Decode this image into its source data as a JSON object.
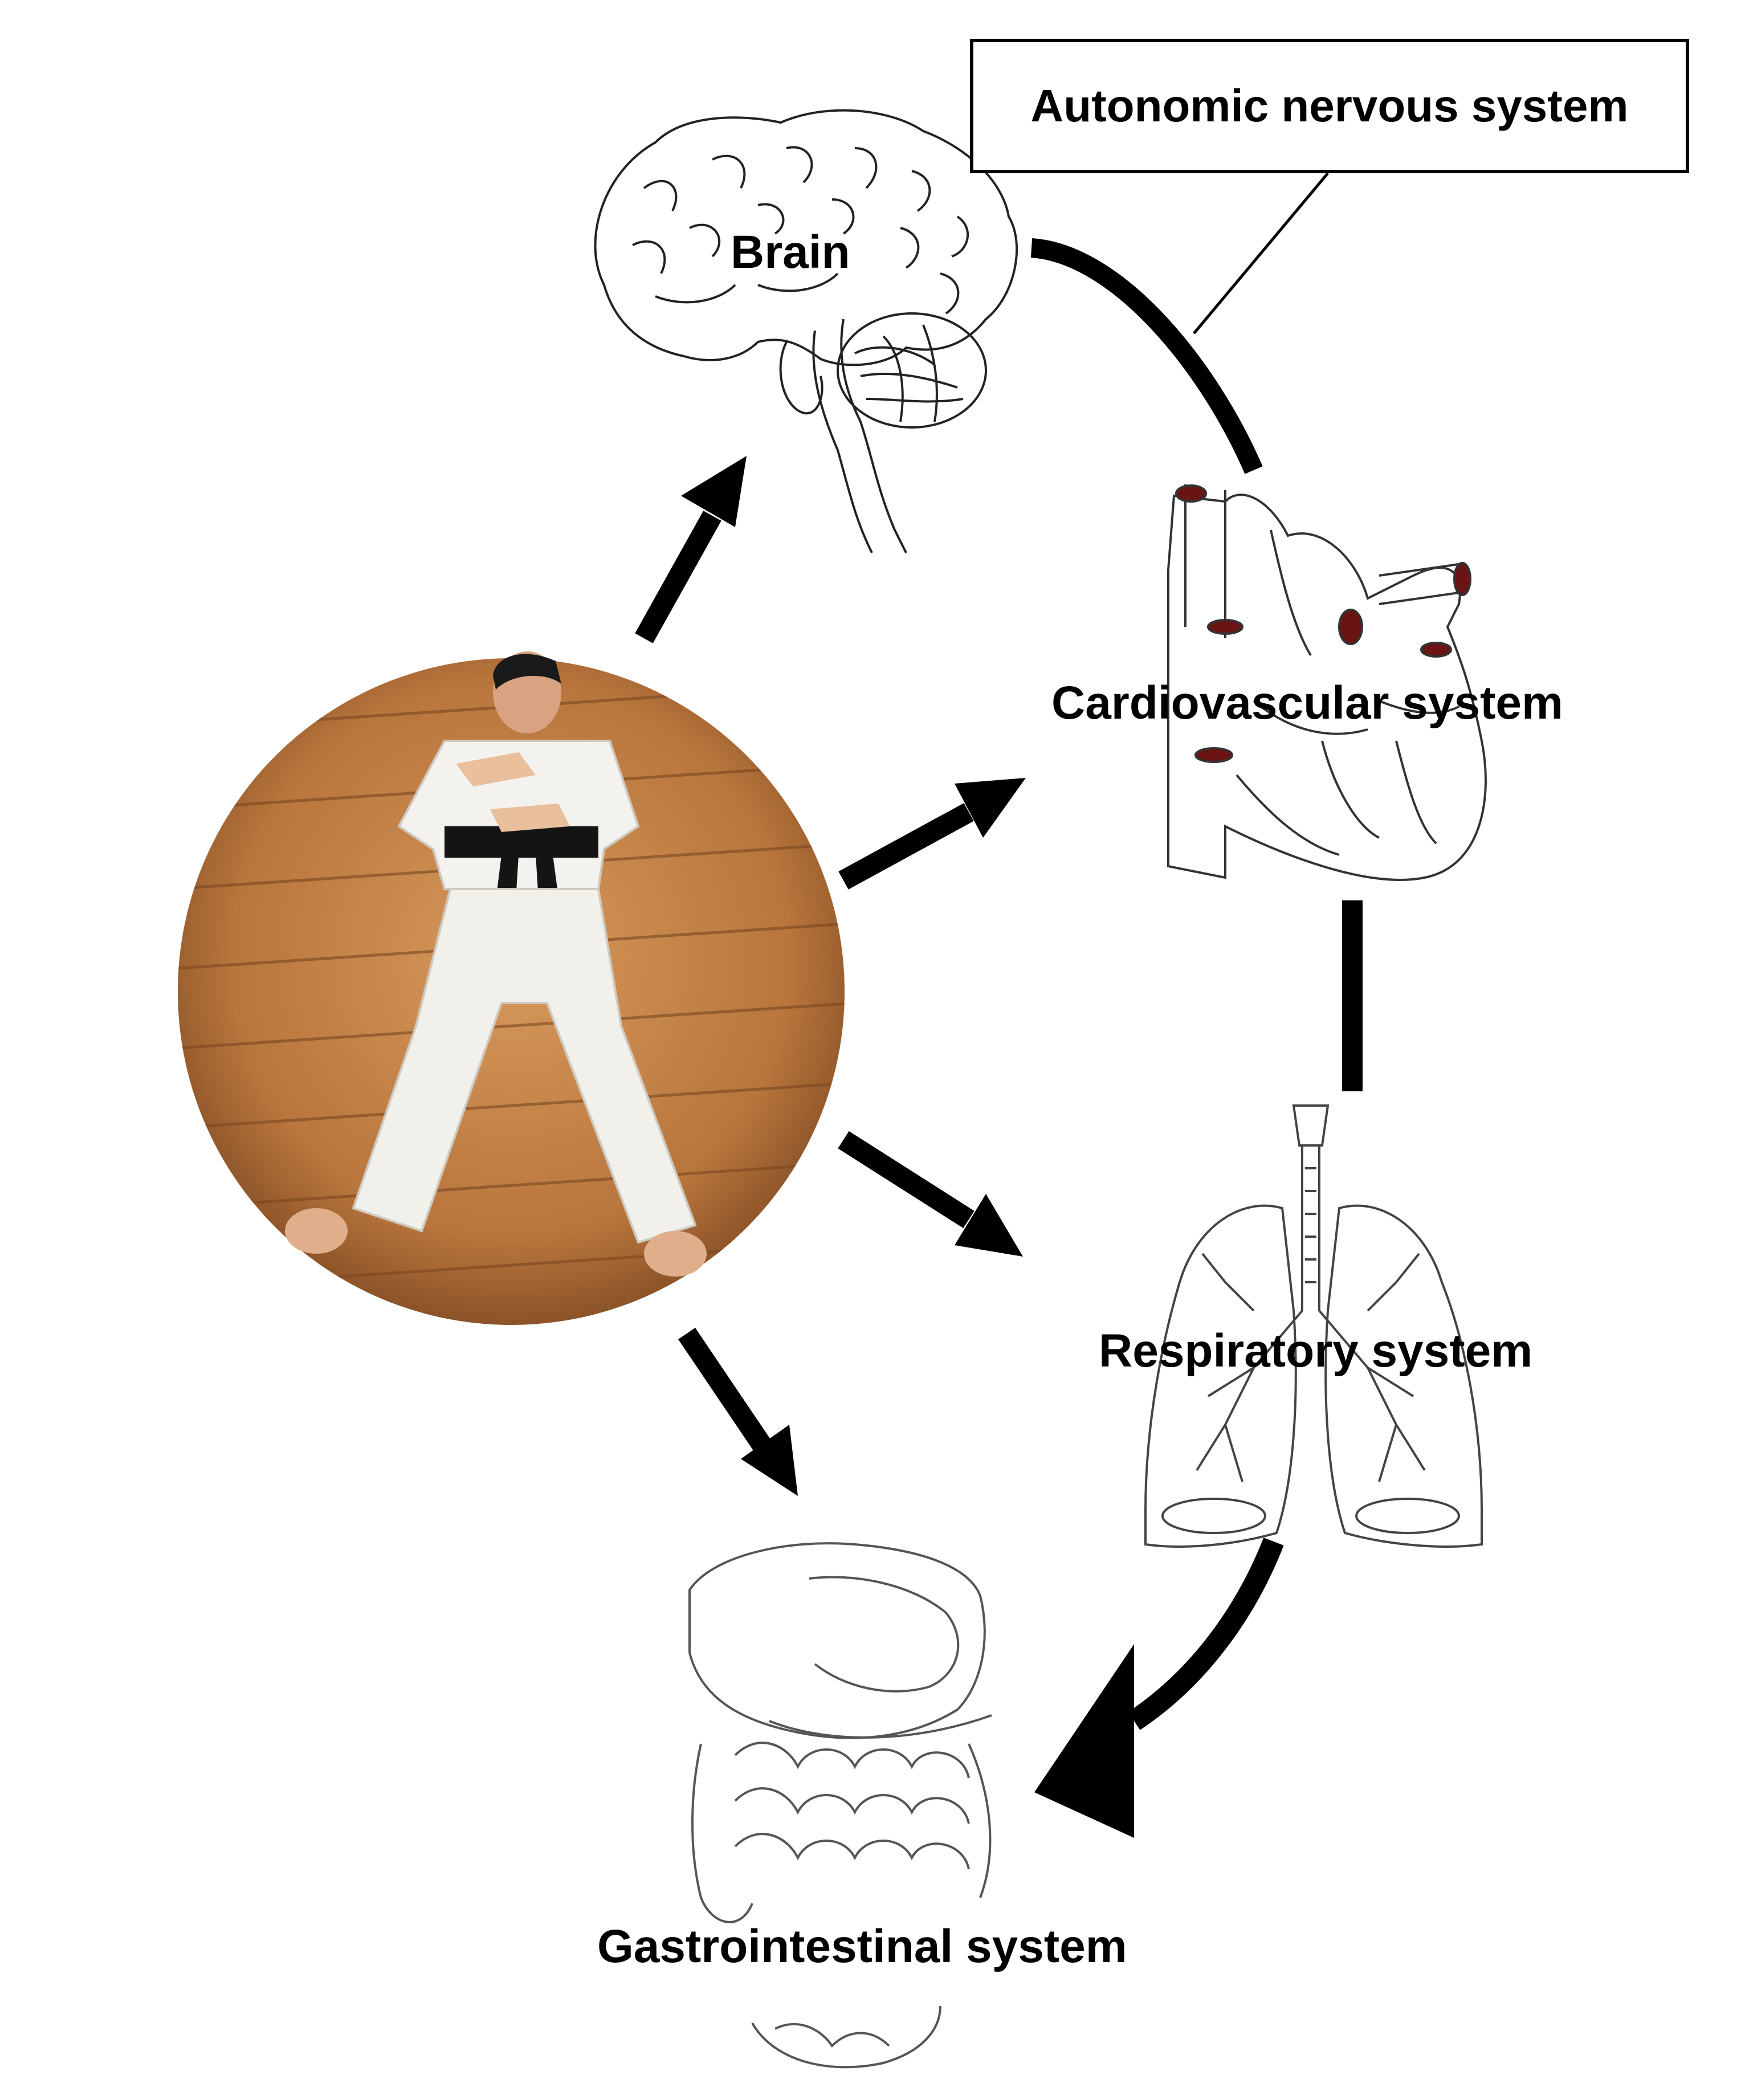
{
  "labels": {
    "brain": "Brain",
    "cardiovascular": "Cardiovascular system",
    "respiratory": "Respiratory system",
    "gastrointestinal": "Gastrointestinal system",
    "autonomic": "Autonomic nervous system"
  },
  "photo": {
    "description_icon": "person-lying-on-floor-photo"
  },
  "colors": {
    "arrow": "#000000",
    "organ_line": "#222222",
    "floor_light": "#c98a4e",
    "floor_dark": "#8a5226",
    "vessel_red": "#6b1414"
  }
}
